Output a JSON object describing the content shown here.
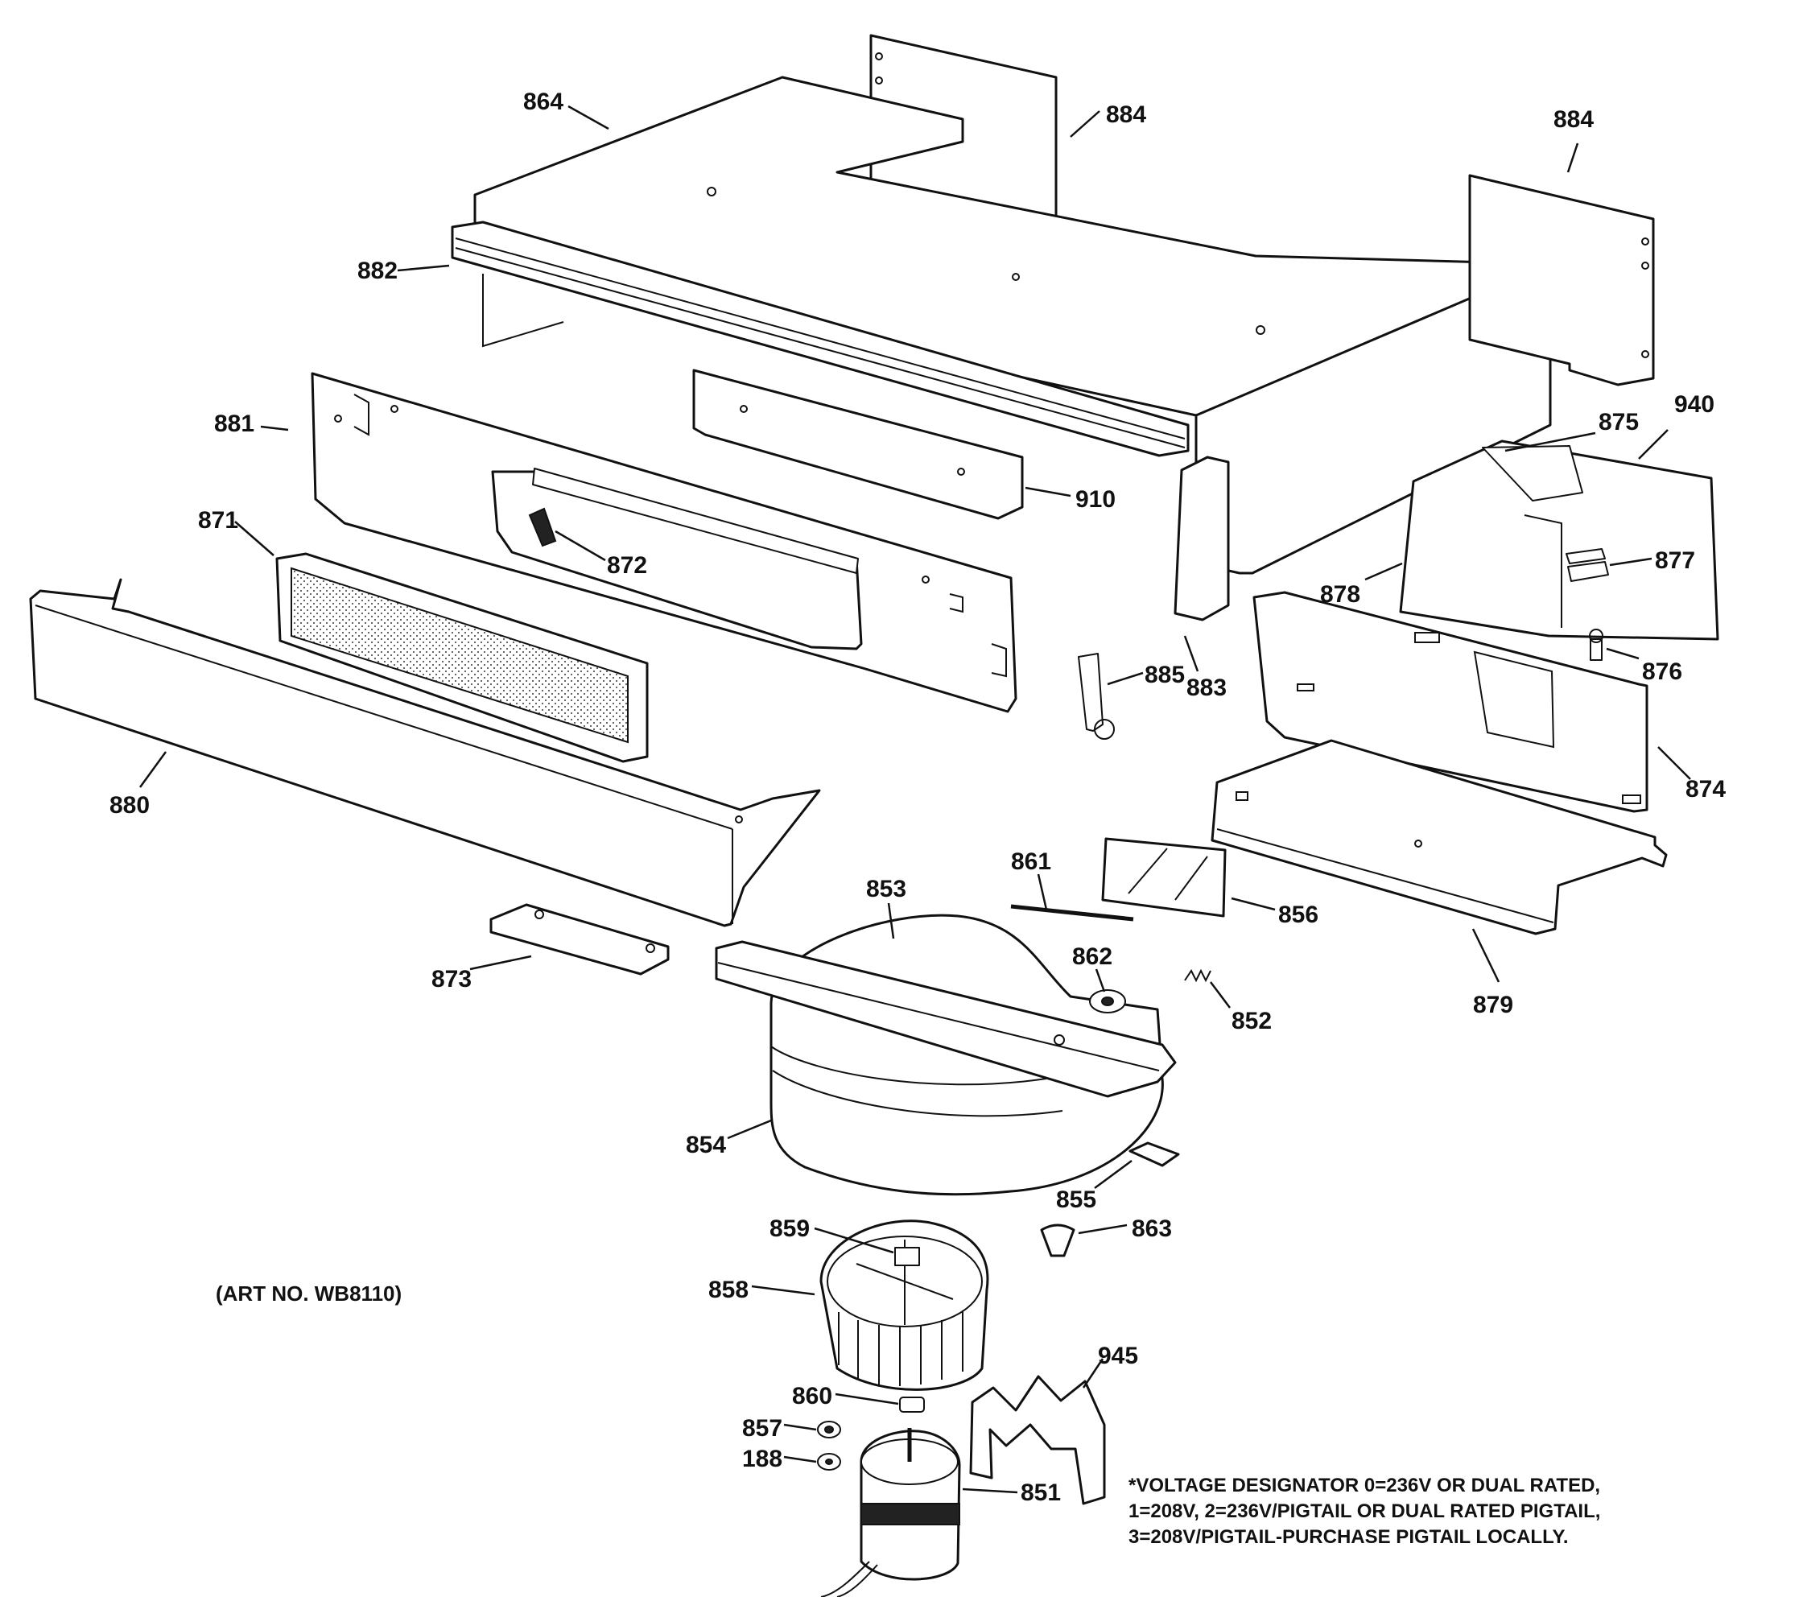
{
  "art_number": "(ART NO. WB8110)",
  "voltage_note": [
    "*VOLTAGE DESIGNATOR 0=236V OR DUAL RATED,",
    "1=208V, 2=236V/PIGTAIL OR DUAL RATED PIGTAIL,",
    "3=208V/PIGTAIL-PURCHASE PIGTAIL LOCALLY."
  ],
  "callouts": {
    "c864": "864",
    "c884a": "884",
    "c884b": "884",
    "c882": "882",
    "c881": "881",
    "c871": "871",
    "c872": "872",
    "c910": "910",
    "c875": "875",
    "c940": "940",
    "c877": "877",
    "c878": "878",
    "c876": "876",
    "c883": "883",
    "c885": "885",
    "c874": "874",
    "c880": "880",
    "c853": "853",
    "c861": "861",
    "c856": "856",
    "c862": "862",
    "c852": "852",
    "c873": "873",
    "c879": "879",
    "c854": "854",
    "c855": "855",
    "c863": "863",
    "c859": "859",
    "c858": "858",
    "c945": "945",
    "c860": "860",
    "c857": "857",
    "c188": "188",
    "c851": "851"
  }
}
